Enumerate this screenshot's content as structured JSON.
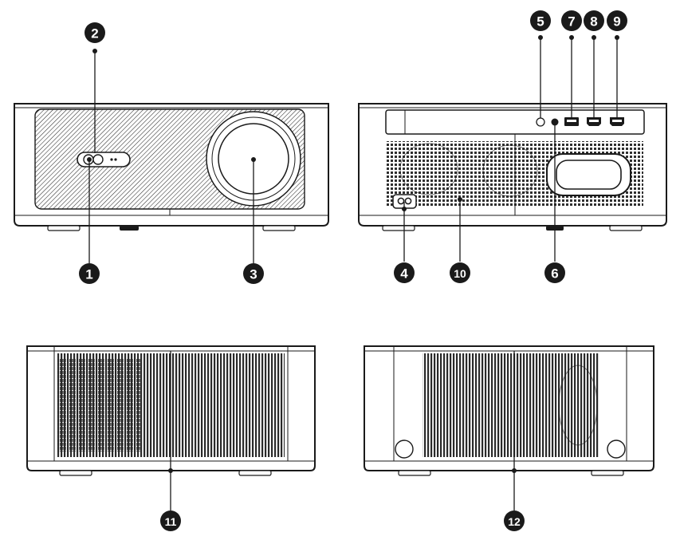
{
  "callouts": [
    {
      "id": "1",
      "label": "1"
    },
    {
      "id": "2",
      "label": "2"
    },
    {
      "id": "3",
      "label": "3"
    },
    {
      "id": "4",
      "label": "4"
    },
    {
      "id": "5",
      "label": "5"
    },
    {
      "id": "6",
      "label": "6"
    },
    {
      "id": "7",
      "label": "7"
    },
    {
      "id": "8",
      "label": "8"
    },
    {
      "id": "9",
      "label": "9"
    },
    {
      "id": "10",
      "label": "10"
    },
    {
      "id": "11",
      "label": "11"
    },
    {
      "id": "12",
      "label": "12"
    }
  ],
  "views": [
    {
      "id": "front",
      "icon": "projector-front-view-icon"
    },
    {
      "id": "rear",
      "icon": "projector-rear-view-icon"
    },
    {
      "id": "left-side",
      "icon": "projector-side-view-icon"
    },
    {
      "id": "right-side",
      "icon": "projector-side-view-icon"
    }
  ],
  "colors": {
    "line": "#1a1a1a",
    "badge": "#1a1a1a",
    "badge_text": "#ffffff",
    "vent": "#333333",
    "background": "#ffffff"
  }
}
